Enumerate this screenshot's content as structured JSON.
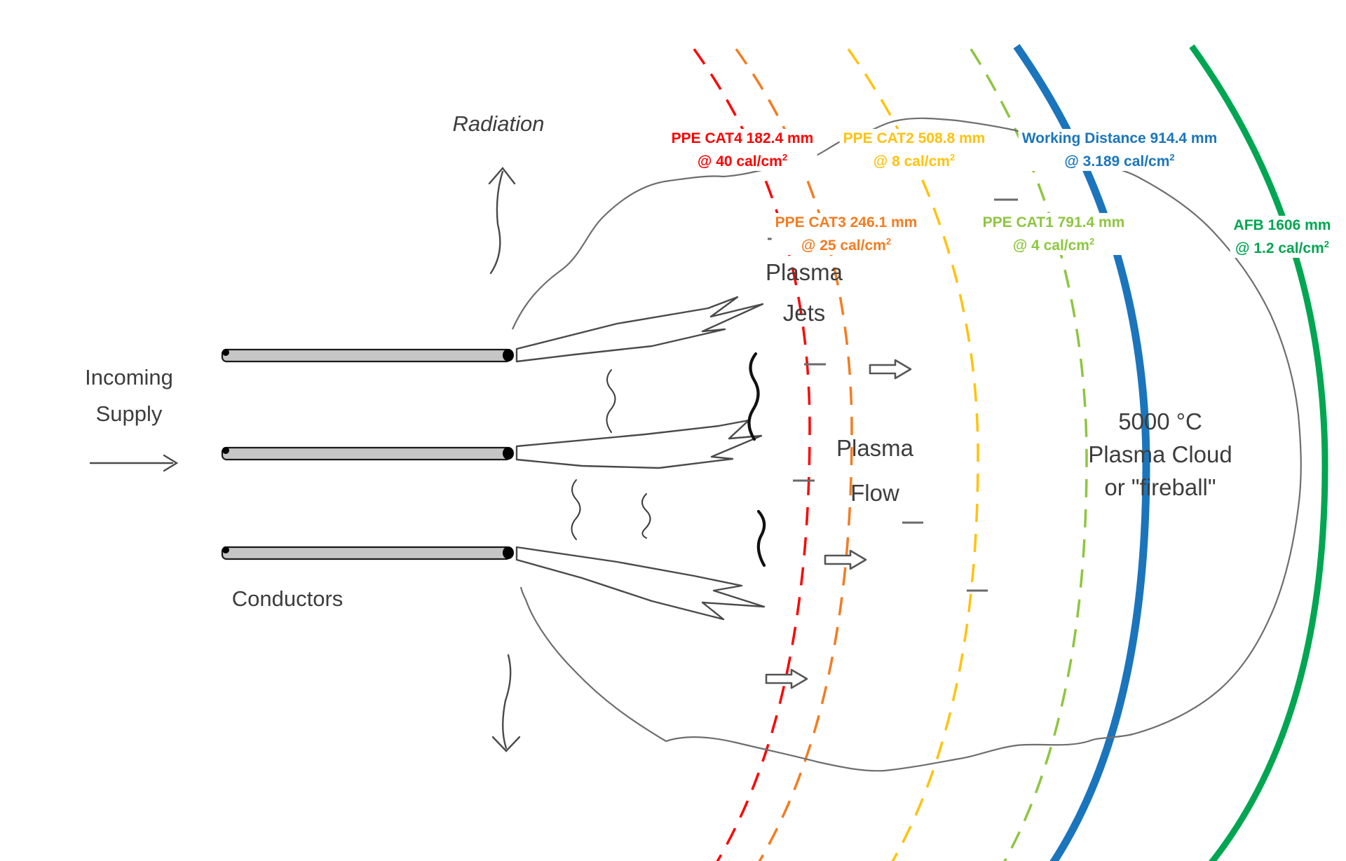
{
  "labels": {
    "radiation": "Radiation",
    "incoming_supply_line1": "Incoming",
    "incoming_supply_line2": "Supply",
    "conductors": "Conductors",
    "plasma_jets_line1": "Plasma",
    "plasma_jets_line2": "Jets",
    "plasma_flow_line1": "Plasma",
    "plasma_flow_line2": "Flow",
    "plasma_cloud_line1": "5000 °C",
    "plasma_cloud_line2": "Plasma Cloud",
    "plasma_cloud_line3": "or \"fireball\""
  },
  "boundaries": [
    {
      "id": "ppe-cat4",
      "label": "PPE CAT4 182.4 mm",
      "at": "@ 40 cal/cm",
      "sup": "2",
      "distance_mm": "182.4",
      "incident_energy_cal_cm2": "40",
      "color": "#FF0000",
      "line_style": "dashed"
    },
    {
      "id": "ppe-cat3",
      "label": "PPE CAT3 246.1 mm",
      "at": "@ 25 cal/cm",
      "sup": "2",
      "distance_mm": "246.1",
      "incident_energy_cal_cm2": "25",
      "color": "#F47B20",
      "line_style": "dashed"
    },
    {
      "id": "ppe-cat2",
      "label": "PPE CAT2 508.8 mm",
      "at": "@ 8 cal/cm",
      "sup": "2",
      "distance_mm": "508.8",
      "incident_energy_cal_cm2": "8",
      "color": "#FFC20E",
      "line_style": "dashed"
    },
    {
      "id": "ppe-cat1",
      "label": "PPE CAT1 791.4 mm",
      "at": "@ 4 cal/cm",
      "sup": "2",
      "distance_mm": "791.4",
      "incident_energy_cal_cm2": "4",
      "color": "#8DC63F",
      "line_style": "dashed"
    },
    {
      "id": "working-distance",
      "label": "Working Distance 914.4 mm",
      "at": "@ 3.189 cal/cm",
      "sup": "2",
      "distance_mm": "914.4",
      "incident_energy_cal_cm2": "3.189",
      "color": "#1B75BC",
      "line_style": "solid"
    },
    {
      "id": "afb",
      "label": "AFB 1606 mm",
      "at": "@ 1.2 cal/cm",
      "sup": "2",
      "distance_mm": "1606",
      "incident_energy_cal_cm2": "1.2",
      "color": "#00A651",
      "line_style": "solid"
    }
  ]
}
